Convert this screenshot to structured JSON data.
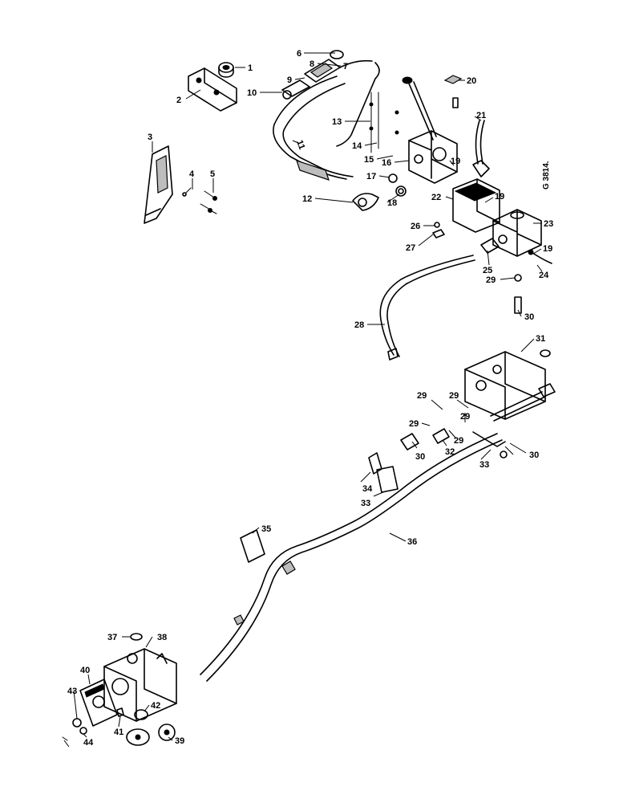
{
  "drawing_code": "G 3814.",
  "callouts": [
    {
      "id": "1",
      "text": "1"
    },
    {
      "id": "2",
      "text": "2"
    },
    {
      "id": "3",
      "text": "3"
    },
    {
      "id": "4",
      "text": "4"
    },
    {
      "id": "5",
      "text": "5"
    },
    {
      "id": "6",
      "text": "6"
    },
    {
      "id": "7",
      "text": "7"
    },
    {
      "id": "8",
      "text": "8"
    },
    {
      "id": "9",
      "text": "9"
    },
    {
      "id": "10",
      "text": "10"
    },
    {
      "id": "11",
      "text": "11"
    },
    {
      "id": "12",
      "text": "12"
    },
    {
      "id": "13",
      "text": "13"
    },
    {
      "id": "14",
      "text": "14"
    },
    {
      "id": "15",
      "text": "15"
    },
    {
      "id": "16",
      "text": "16"
    },
    {
      "id": "17",
      "text": "17"
    },
    {
      "id": "18",
      "text": "18"
    },
    {
      "id": "19a",
      "text": "19"
    },
    {
      "id": "19b",
      "text": "19"
    },
    {
      "id": "19c",
      "text": "19"
    },
    {
      "id": "20",
      "text": "20"
    },
    {
      "id": "21",
      "text": "21"
    },
    {
      "id": "22",
      "text": "22"
    },
    {
      "id": "23",
      "text": "23"
    },
    {
      "id": "24",
      "text": "24"
    },
    {
      "id": "25",
      "text": "25"
    },
    {
      "id": "26",
      "text": "26"
    },
    {
      "id": "27",
      "text": "27"
    },
    {
      "id": "28",
      "text": "28"
    },
    {
      "id": "29a",
      "text": "29"
    },
    {
      "id": "30a",
      "text": "30"
    },
    {
      "id": "31",
      "text": "31"
    },
    {
      "id": "29b",
      "text": "29"
    },
    {
      "id": "29c",
      "text": "29"
    },
    {
      "id": "29d",
      "text": "29"
    },
    {
      "id": "29e",
      "text": "29"
    },
    {
      "id": "29f",
      "text": "29"
    },
    {
      "id": "30b",
      "text": "30"
    },
    {
      "id": "30c",
      "text": "30"
    },
    {
      "id": "32",
      "text": "32"
    },
    {
      "id": "33a",
      "text": "33"
    },
    {
      "id": "34",
      "text": "34"
    },
    {
      "id": "33b",
      "text": "33"
    },
    {
      "id": "35",
      "text": "35"
    },
    {
      "id": "36",
      "text": "36"
    },
    {
      "id": "37",
      "text": "37"
    },
    {
      "id": "38",
      "text": "38"
    },
    {
      "id": "40",
      "text": "40"
    },
    {
      "id": "43",
      "text": "43"
    },
    {
      "id": "42",
      "text": "42"
    },
    {
      "id": "41",
      "text": "41"
    },
    {
      "id": "44",
      "text": "44"
    },
    {
      "id": "39",
      "text": "39"
    }
  ]
}
